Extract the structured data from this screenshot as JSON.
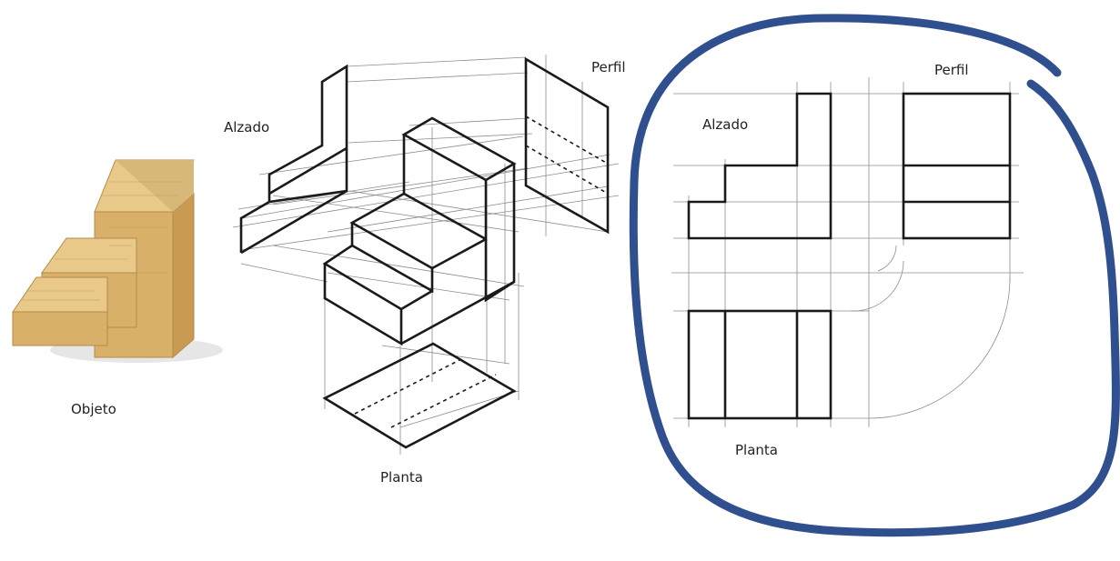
{
  "labels": {
    "object": "Objeto",
    "elevation_3d": "Alzado",
    "profile_3d": "Perfil",
    "plan_3d": "Planta",
    "elevation_2d": "Alzado",
    "profile_2d": "Perfil",
    "plan_2d": "Planta"
  },
  "colors": {
    "ink": "#1a1a1a",
    "guide": "#8c8c8c",
    "highlight_circle": "#2f4f8f",
    "wood_top": "#e8c98a",
    "wood_front": "#d9b06a",
    "wood_side": "#c99a52"
  }
}
